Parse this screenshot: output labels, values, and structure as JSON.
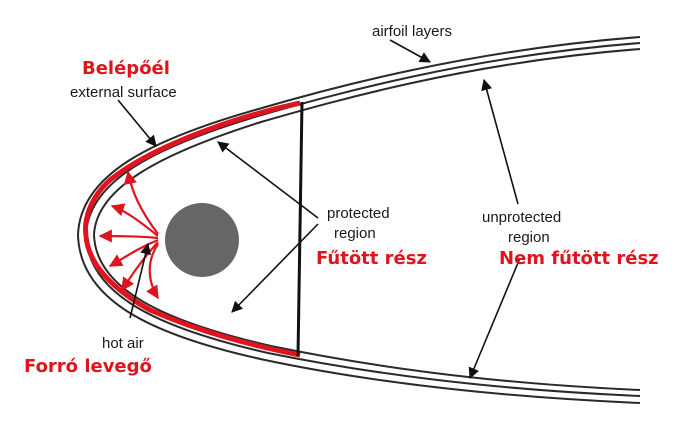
{
  "labels": {
    "airfoil_layers": "airfoil layers",
    "leading_edge_hu": "Belépőél",
    "external_surface": "external surface",
    "protected_line1": "protected",
    "protected_line2": "region",
    "protected_hu": "Fűtött rész",
    "unprotected_line1": "unprotected",
    "unprotected_line2": "region",
    "unprotected_hu": "Nem fűtött rész",
    "hot_air": "hot air",
    "hot_air_hu": "Forró levegő"
  },
  "colors": {
    "hungarian_text": "#e0141e",
    "heated_surface": "#e0141e",
    "hot_air_arrows": "#e0141e",
    "duct": "#666666",
    "outline": "#2a2a2a"
  }
}
